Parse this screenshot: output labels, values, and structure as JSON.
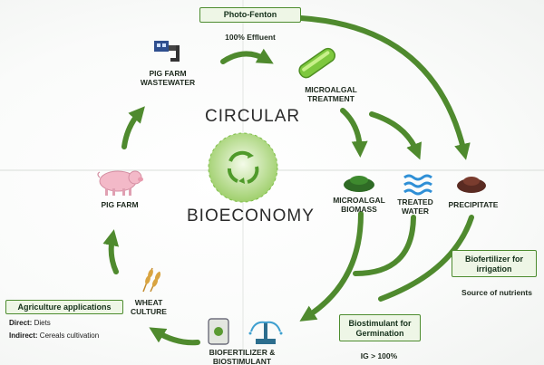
{
  "center": {
    "line1": "CIRCULAR",
    "line2": "BIOECONOMY"
  },
  "pig_farm_wastewater": "PIG FARM\nWASTEWATER",
  "photo_fenton": {
    "box": "Photo-Fenton",
    "note": "100% Effluent"
  },
  "microalgal_treatment": "MICROALGAL\nTREATMENT",
  "microalgal_biomass": "MICROALGAL\nBIOMASS",
  "treated_water": "TREATED\nWATER",
  "precipitate": "PRECIPITATE",
  "pig_farm": "PIG FARM",
  "wheat_culture": "WHEAT\nCULTURE",
  "agriculture": {
    "box": "Agriculture applications",
    "direct_label": "Direct:",
    "direct_value": "Diets",
    "indirect_label": "Indirect:",
    "indirect_value": "Cereals cultivation"
  },
  "biofertilizer_irrigation": {
    "box": "Biofertilizer for\nirrigation",
    "note": "Source of nutrients"
  },
  "biostimulant": {
    "box": "Biostimulant for\nGermination",
    "note": "IG > 100%"
  },
  "biofertilizer_bottom": "BIOFERTILIZER &\nBIOSTIMULANT",
  "colors": {
    "arrow": "#4f8a2e",
    "box_border": "#4d8c2f",
    "box_fill": "#eef6e6"
  },
  "icons": [
    "factory-icon",
    "microalgae-tube-icon",
    "biomass-pile-icon",
    "water-waves-icon",
    "precipitate-pile-icon",
    "pig-icon",
    "wheat-icon",
    "fertilizer-bag-icon",
    "sprinkler-icon",
    "globe-recycle-icon"
  ]
}
